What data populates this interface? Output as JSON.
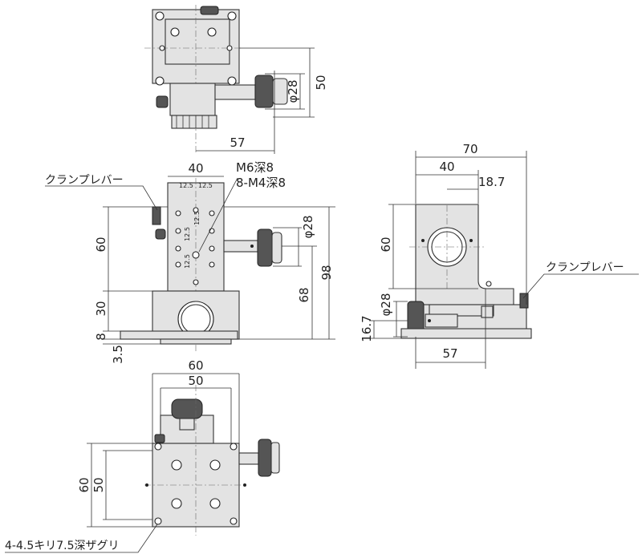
{
  "dimensions": {
    "top_view_height": "50",
    "top_view_knob_dia": "φ28",
    "top_view_width": "57",
    "front_width": "40",
    "hole_pitch_a": "12.5",
    "hole_pitch_b": "12.5",
    "hole_pitch_v1": "12.5",
    "hole_pitch_v2": "12.5",
    "hole_pitch_v3": "12.5",
    "front_upper_height": "60",
    "front_lower_height": "30",
    "front_base": "8",
    "front_foot": "3.5",
    "front_knob_dia": "φ28",
    "front_knob_height": "68",
    "front_total_height": "98",
    "side_total_width": "70",
    "side_column_width": "40",
    "side_offset": "18.7",
    "side_height": "60",
    "side_knob_dia": "φ28",
    "side_knob_height": "16.7",
    "side_bottom_width": "57",
    "bottom_outer_width": "60",
    "bottom_inner_width": "50",
    "bottom_outer_height": "60",
    "bottom_inner_height": "50"
  },
  "labels": {
    "clamp_lever_front": "クランプレバー",
    "clamp_lever_side": "クランプレバー",
    "tap_m6": "M6深8",
    "tap_m4": "8-M4深8",
    "counterbore": "4-4.5キリ7.5深ザグリ"
  }
}
